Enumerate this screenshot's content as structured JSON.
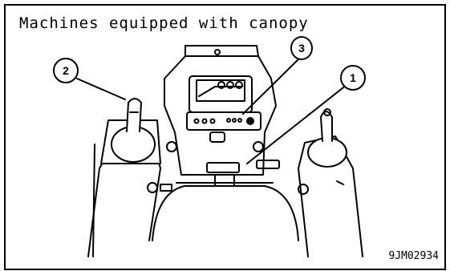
{
  "figure": {
    "title": "Machines equipped with canopy",
    "id": "9JM02934"
  },
  "callouts": [
    {
      "number": "1",
      "target": "console-lever"
    },
    {
      "number": "2",
      "target": "left-joystick"
    },
    {
      "number": "3",
      "target": "monitor-switch"
    }
  ],
  "monitor_text": "-=-",
  "colors": {
    "line": "#000000",
    "background": "#ffffff"
  }
}
